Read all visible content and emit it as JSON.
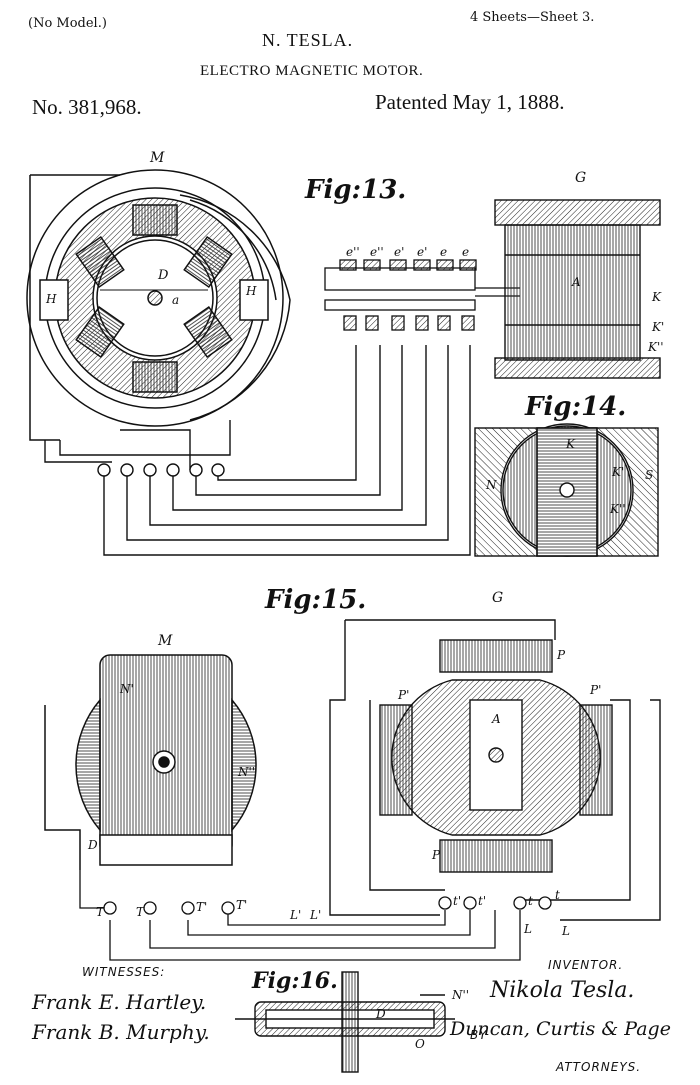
{
  "header": {
    "no_model": "(No Model.)",
    "sheets": "4 Sheets—Sheet 3.",
    "inventor_name": "N. TESLA.",
    "title": "ELECTRO MAGNETIC MOTOR.",
    "patent_no": "No. 381,968.",
    "patented": "Patented May 1, 1888."
  },
  "figures": {
    "fig13": "Fig:13.",
    "fig14": "Fig:14.",
    "fig15": "Fig:15.",
    "fig16": "Fig:16."
  },
  "labels": {
    "m_top": "M",
    "g_top": "G",
    "d": "D",
    "a": "a",
    "h_left": "H",
    "h_right": "H",
    "a_gen": "A",
    "k1": "K",
    "k2": "K'",
    "k3": "K''",
    "k_fig14": "K",
    "k_fig14b": "K'",
    "k_fig14c": "K''",
    "n_fig14": "N",
    "s_fig14": "S",
    "e1": "e''",
    "e2": "e''",
    "e3": "e'",
    "e4": "e'",
    "e5": "e",
    "e6": "e",
    "m_bottom": "M",
    "g_bottom": "G",
    "n_prime": "N'",
    "n_dprime": "N''",
    "d_bottom": "D",
    "p_top": "P",
    "p_bottom": "P",
    "p_left": "P'",
    "p_right": "P'",
    "a_bottom": "A",
    "t1": "T",
    "t2": "T",
    "t3": "T'",
    "t4": "T'",
    "l1": "L'",
    "l2": "L'",
    "t5": "t'",
    "t6": "t'",
    "t7": "t",
    "t8": "t",
    "l3": "L",
    "l4": "L",
    "n_fig16": "N''",
    "d_fig16": "D",
    "o_fig16": "O"
  },
  "footer": {
    "witnesses_label": "WITNESSES:",
    "witness1": "Frank E. Hartley.",
    "witness2": "Frank B. Murphy.",
    "inventor_label": "INVENTOR.",
    "inventor_sig": "Nikola Tesla.",
    "by": "BY",
    "attorneys_sig": "Duncan, Curtis & Page",
    "attorneys_label": "ATTORNEYS."
  }
}
